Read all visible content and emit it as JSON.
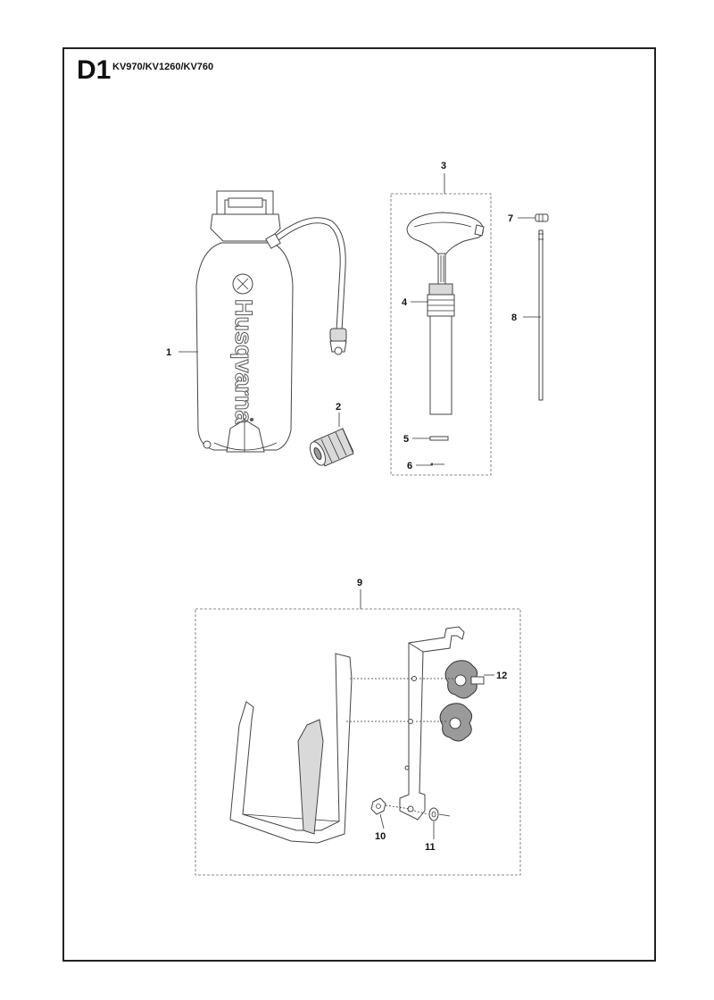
{
  "header": {
    "section_code": "D1",
    "models": "KV970/KV1260/KV760"
  },
  "tank": {
    "brand_text": "Husqvarna"
  },
  "callouts": {
    "c1": "1",
    "c2": "2",
    "c3": "3",
    "c4": "4",
    "c5": "5",
    "c6": "6",
    "c7": "7",
    "c8": "8",
    "c9": "9",
    "c10": "10",
    "c11": "11",
    "c12": "12"
  }
}
